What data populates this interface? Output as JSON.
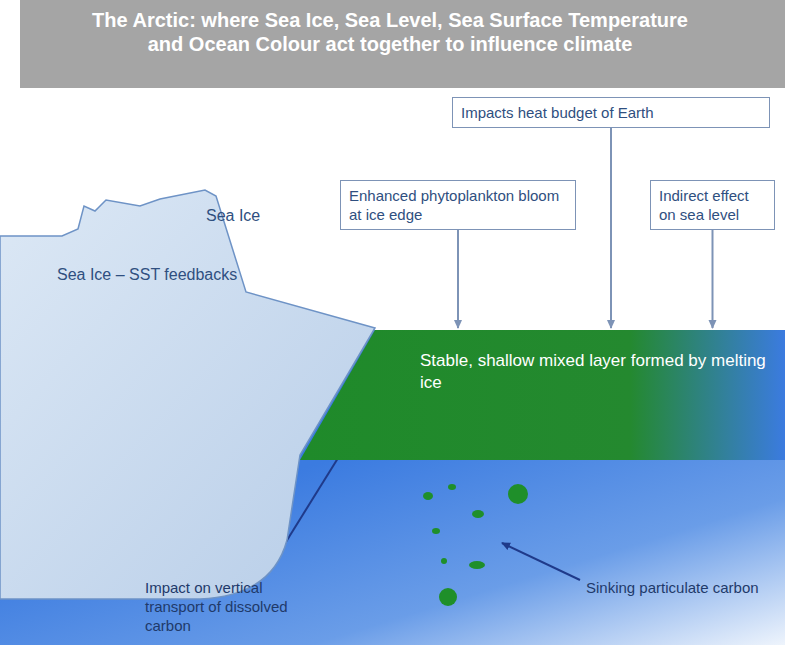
{
  "diagram": {
    "title": "The Arctic: where Sea Ice, Sea Level, Sea Surface Temperature and Ocean Colour act together to influence climate",
    "nodes": [
      {
        "text": [
          "Impacts heat budget of Earth"
        ]
      },
      {
        "text": [
          "Enhanced phytoplankton bloom at ice edge"
        ]
      },
      {
        "text": [
          "Indirect effect on sea level"
        ]
      },
      {
        "text": [
          "Sea Ice – SST feedbacks"
        ]
      },
      {
        "text": [
          "Stable, shallow mixed layer formed by melting ice"
        ]
      }
    ],
    "edges": [
      {
        "from": 0,
        "to": 4,
        "arrow": "to"
      },
      {
        "from": 1,
        "to": 4,
        "arrow": "to"
      },
      {
        "from": 2,
        "to": 4,
        "arrow": "to"
      }
    ],
    "labels": [
      "Sea Ice",
      "Impact on vertical transport of dissolved carbon",
      "Sinking particulate carbon"
    ]
  }
}
